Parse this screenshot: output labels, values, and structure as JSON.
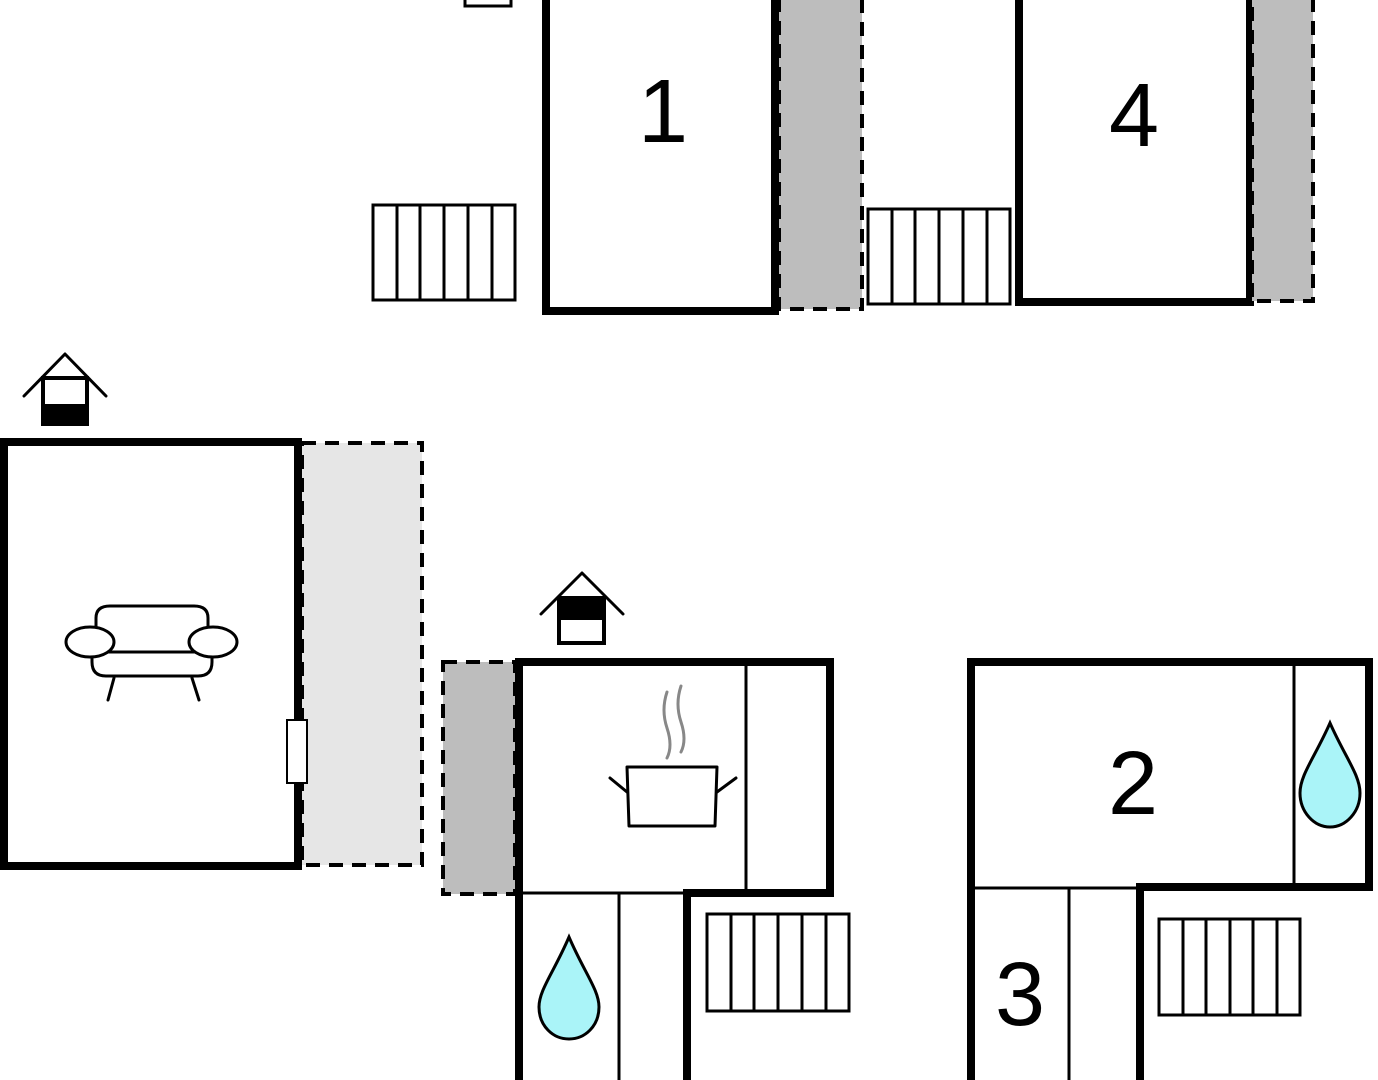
{
  "room_labels": {
    "room1": "1",
    "room2": "2",
    "room3": "3",
    "room4": "4"
  },
  "icons": {
    "living": "armchair-icon",
    "kitchen": "cooking-pot-icon",
    "bathroom": "water-drop-icon",
    "entrance": "house-entrance-icon",
    "stairs": "stairs-icon"
  },
  "colors": {
    "wall": "#000000",
    "terrace_dark": "#bdbdbd",
    "terrace_light": "#e6e6e6",
    "water": "#aaf4f8",
    "steam": "#888888"
  }
}
